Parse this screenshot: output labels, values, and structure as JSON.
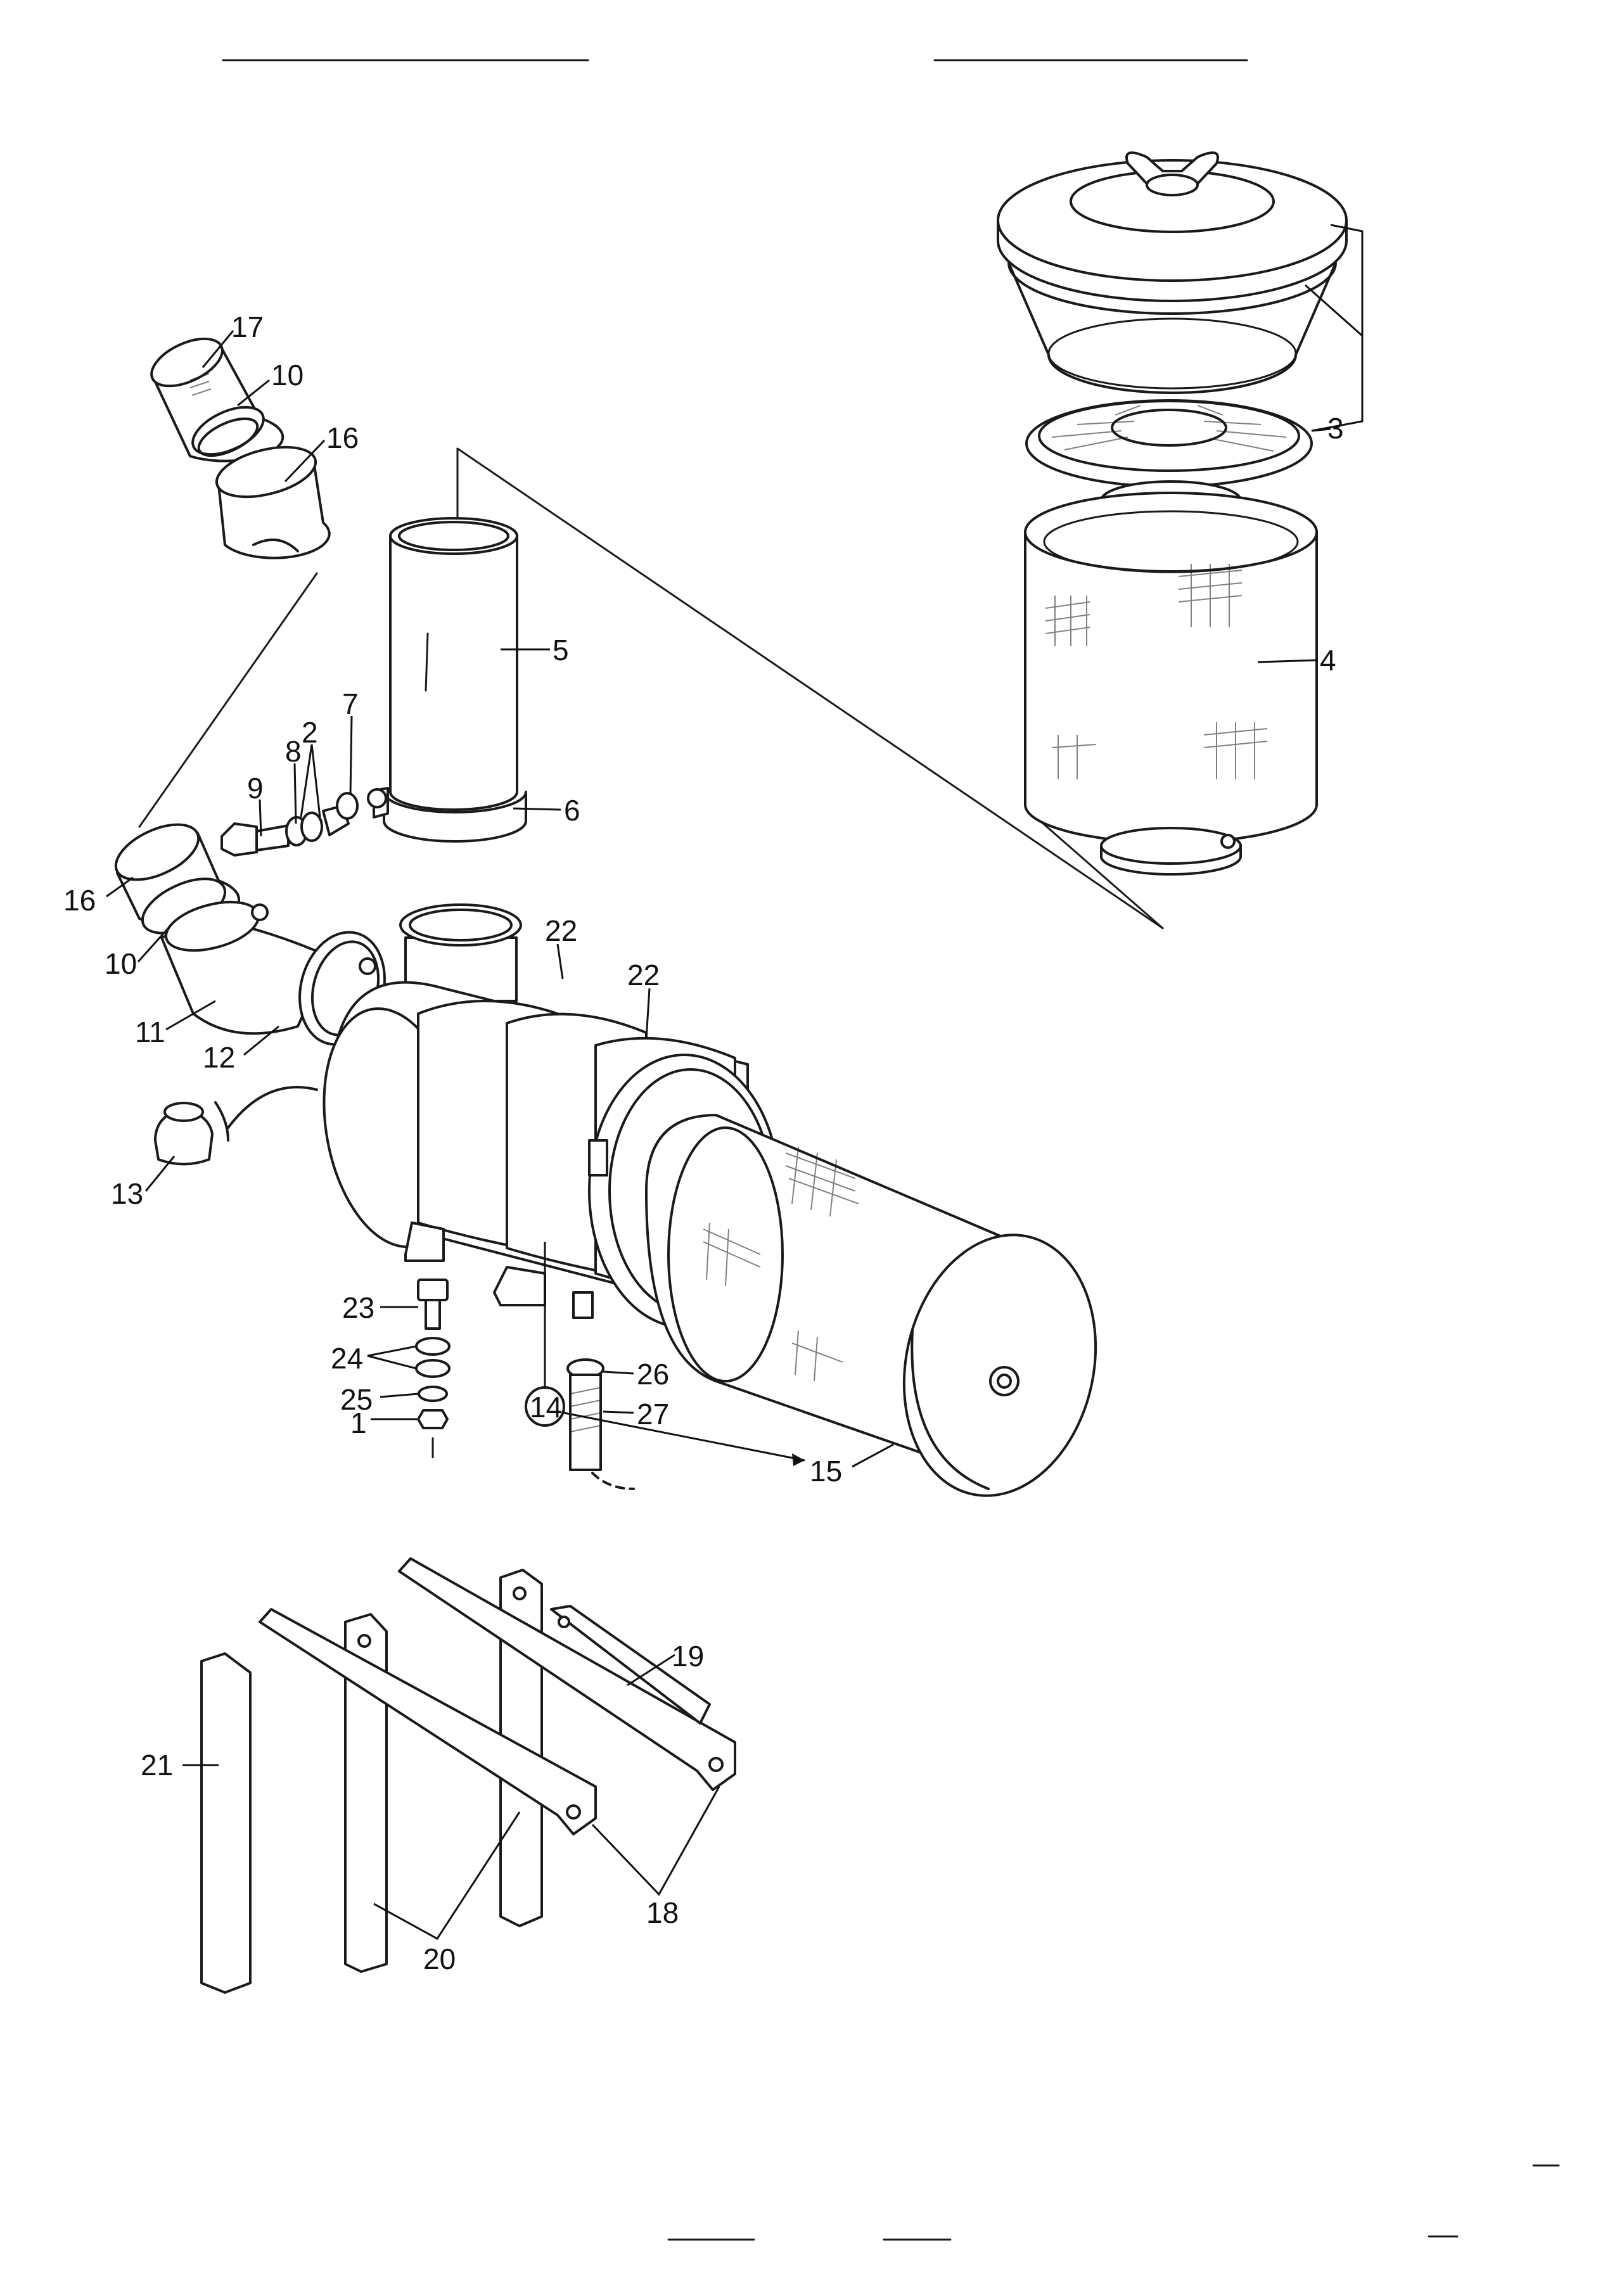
{
  "diagram": {
    "callouts": [
      {
        "id": "c17",
        "text": "17"
      },
      {
        "id": "c10a",
        "text": "10"
      },
      {
        "id": "c16a",
        "text": "16"
      },
      {
        "id": "c3",
        "text": "3"
      },
      {
        "id": "c5",
        "text": "5"
      },
      {
        "id": "c4",
        "text": "4"
      },
      {
        "id": "c9",
        "text": "9"
      },
      {
        "id": "c8",
        "text": "8"
      },
      {
        "id": "c2",
        "text": "2"
      },
      {
        "id": "c7",
        "text": "7"
      },
      {
        "id": "c6",
        "text": "6"
      },
      {
        "id": "c16b",
        "text": "16"
      },
      {
        "id": "c10b",
        "text": "10"
      },
      {
        "id": "c22a",
        "text": "22"
      },
      {
        "id": "c22b",
        "text": "22"
      },
      {
        "id": "c11",
        "text": "11"
      },
      {
        "id": "c12",
        "text": "12"
      },
      {
        "id": "c13",
        "text": "13"
      },
      {
        "id": "c23",
        "text": "23"
      },
      {
        "id": "c24",
        "text": "24"
      },
      {
        "id": "c25",
        "text": "25"
      },
      {
        "id": "c1",
        "text": "1"
      },
      {
        "id": "c26",
        "text": "26"
      },
      {
        "id": "c14",
        "text": "14"
      },
      {
        "id": "c27",
        "text": "27"
      },
      {
        "id": "c15",
        "text": "15"
      },
      {
        "id": "c19",
        "text": "19"
      },
      {
        "id": "c21",
        "text": "21"
      },
      {
        "id": "c18",
        "text": "18"
      },
      {
        "id": "c20",
        "text": "20"
      }
    ]
  }
}
